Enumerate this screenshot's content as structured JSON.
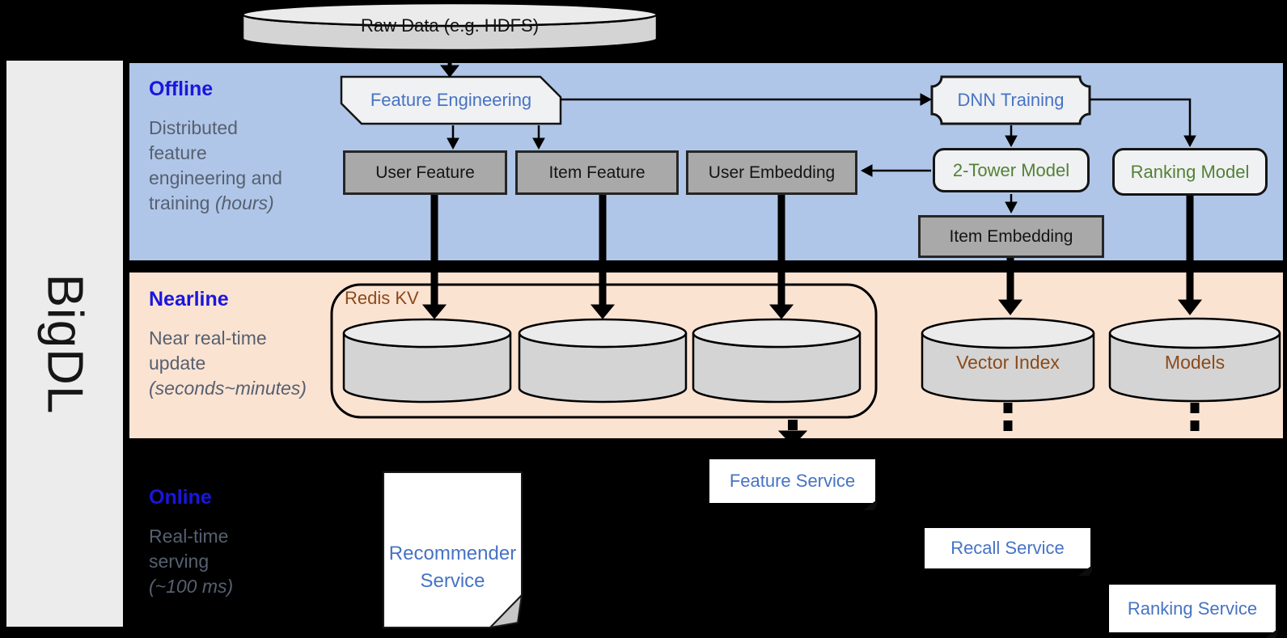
{
  "brand": "BigDL",
  "raw_data_label": "Raw Data (e.g. HDFS)",
  "bands": {
    "offline": {
      "title": "Offline",
      "desc": {
        "l1": "Distributed",
        "l2": "feature",
        "l3": "engineering and",
        "l4": "training",
        "l4_italic": "(hours)"
      }
    },
    "nearline": {
      "title": "Nearline",
      "desc": {
        "l1": "Near real-time",
        "l2": "update",
        "l3_italic": "(seconds~minutes)"
      }
    },
    "online": {
      "title": "Online",
      "desc": {
        "l1": "Real-time",
        "l2": "serving",
        "l3_italic": "(~100 ms)"
      }
    }
  },
  "offline_nodes": {
    "feature_engineering": "Feature Engineering",
    "dnn_training": "DNN Training",
    "user_feature": "User Feature",
    "item_feature": "Item Feature",
    "user_embedding": "User Embedding",
    "two_tower_model": "2-Tower Model",
    "ranking_model": "Ranking Model",
    "item_embedding": "Item Embedding"
  },
  "nearline_nodes": {
    "redis_kv": "Redis KV",
    "vector_index": "Vector Index",
    "models": "Models"
  },
  "online_nodes": {
    "recommender_service": "Recommender Service",
    "feature_service": "Feature Service",
    "recall_service": "Recall Service",
    "ranking_service": "Ranking Service"
  },
  "colors": {
    "band-offline": "#b0c6e8",
    "band-nearline": "#fbe3d2",
    "sidebar": "#ececec",
    "box-gray": "#a9a9a9",
    "box-light": "#f0f1f3",
    "cyl-body": "#d4d4d4",
    "cyl-top": "#ebebeb",
    "title-blue": "#1a16dd",
    "desc-gray": "#566070",
    "node-blue": "#4673c4",
    "node-green": "#538135",
    "node-brown": "#8c4a1a",
    "service-bg": "#ffffff"
  }
}
